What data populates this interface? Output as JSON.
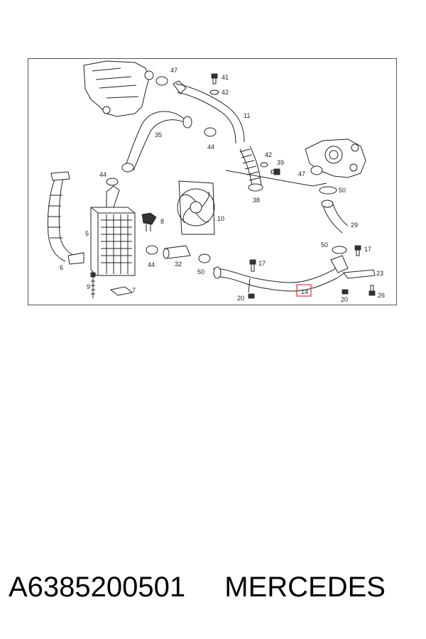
{
  "diagram": {
    "callouts": [
      "47",
      "41",
      "42",
      "11",
      "35",
      "44",
      "42",
      "39",
      "47",
      "50",
      "44",
      "38",
      "29",
      "8",
      "10",
      "5",
      "50",
      "17",
      "23",
      "6",
      "44",
      "32",
      "50",
      "17",
      "14",
      "26",
      "9",
      "7",
      "20",
      "20"
    ],
    "highlighted_callout": "14",
    "highlight_color": "#e0323a"
  },
  "caption": {
    "part_number": "A6385200501",
    "brand": "MERCEDES"
  }
}
